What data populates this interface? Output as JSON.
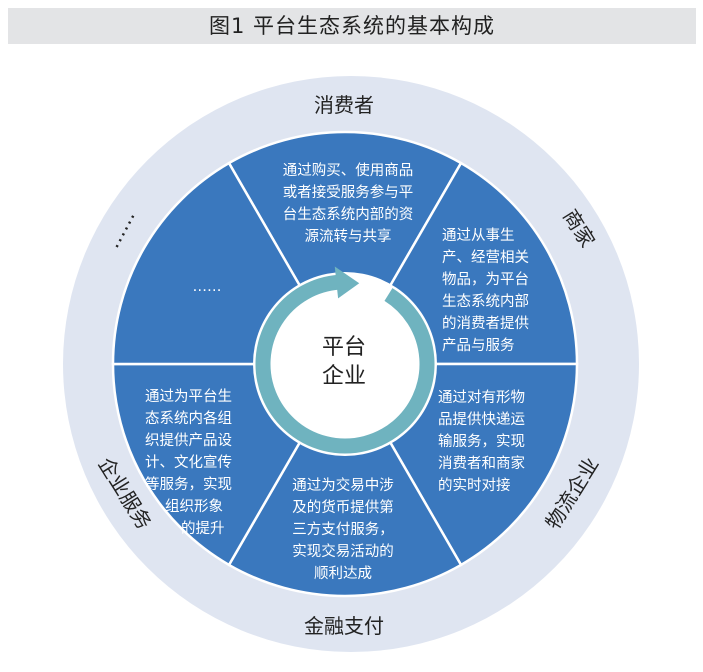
{
  "title": "图1  平台生态系统的基本构成",
  "center": {
    "line1": "平台",
    "line2": "企业"
  },
  "outer_labels": {
    "top": "消费者",
    "merchant": "商家",
    "logistics": "物流企业",
    "finance": "金融支付",
    "service": "企业服务",
    "other": "……"
  },
  "segments": {
    "consumers": [
      "通过购买、使用商品",
      "或者接受服务参与平",
      "台生态系统内部的资",
      "源流转与共享"
    ],
    "merchants": [
      "通过从事生",
      "产、经营相关",
      "物品，为平台",
      "生态系统内部",
      "的消费者提供",
      "产品与服务"
    ],
    "logistics": [
      "通过对有形物",
      "品提供快递运",
      "输服务，实现",
      "消费者和商家",
      "的实时对接"
    ],
    "finance": [
      "通过为交易中涉",
      "及的货币提供第",
      "三方支付服务，",
      "实现交易活动的",
      "顺利达成"
    ],
    "service": [
      "通过为平台生",
      "态系统内各组",
      "织提供产品设",
      "计、文化宣传",
      "等服务，实现",
      "组织形象",
      "的提升"
    ],
    "other": [
      "……"
    ]
  },
  "colors": {
    "outer_ring": "#dfe5f1",
    "segment": "#3a78be",
    "segment_border": "#ffffff",
    "inner_disc": "#ffffff",
    "arrow": "#6fb3bf",
    "title_bg": "#e3e4e6"
  }
}
